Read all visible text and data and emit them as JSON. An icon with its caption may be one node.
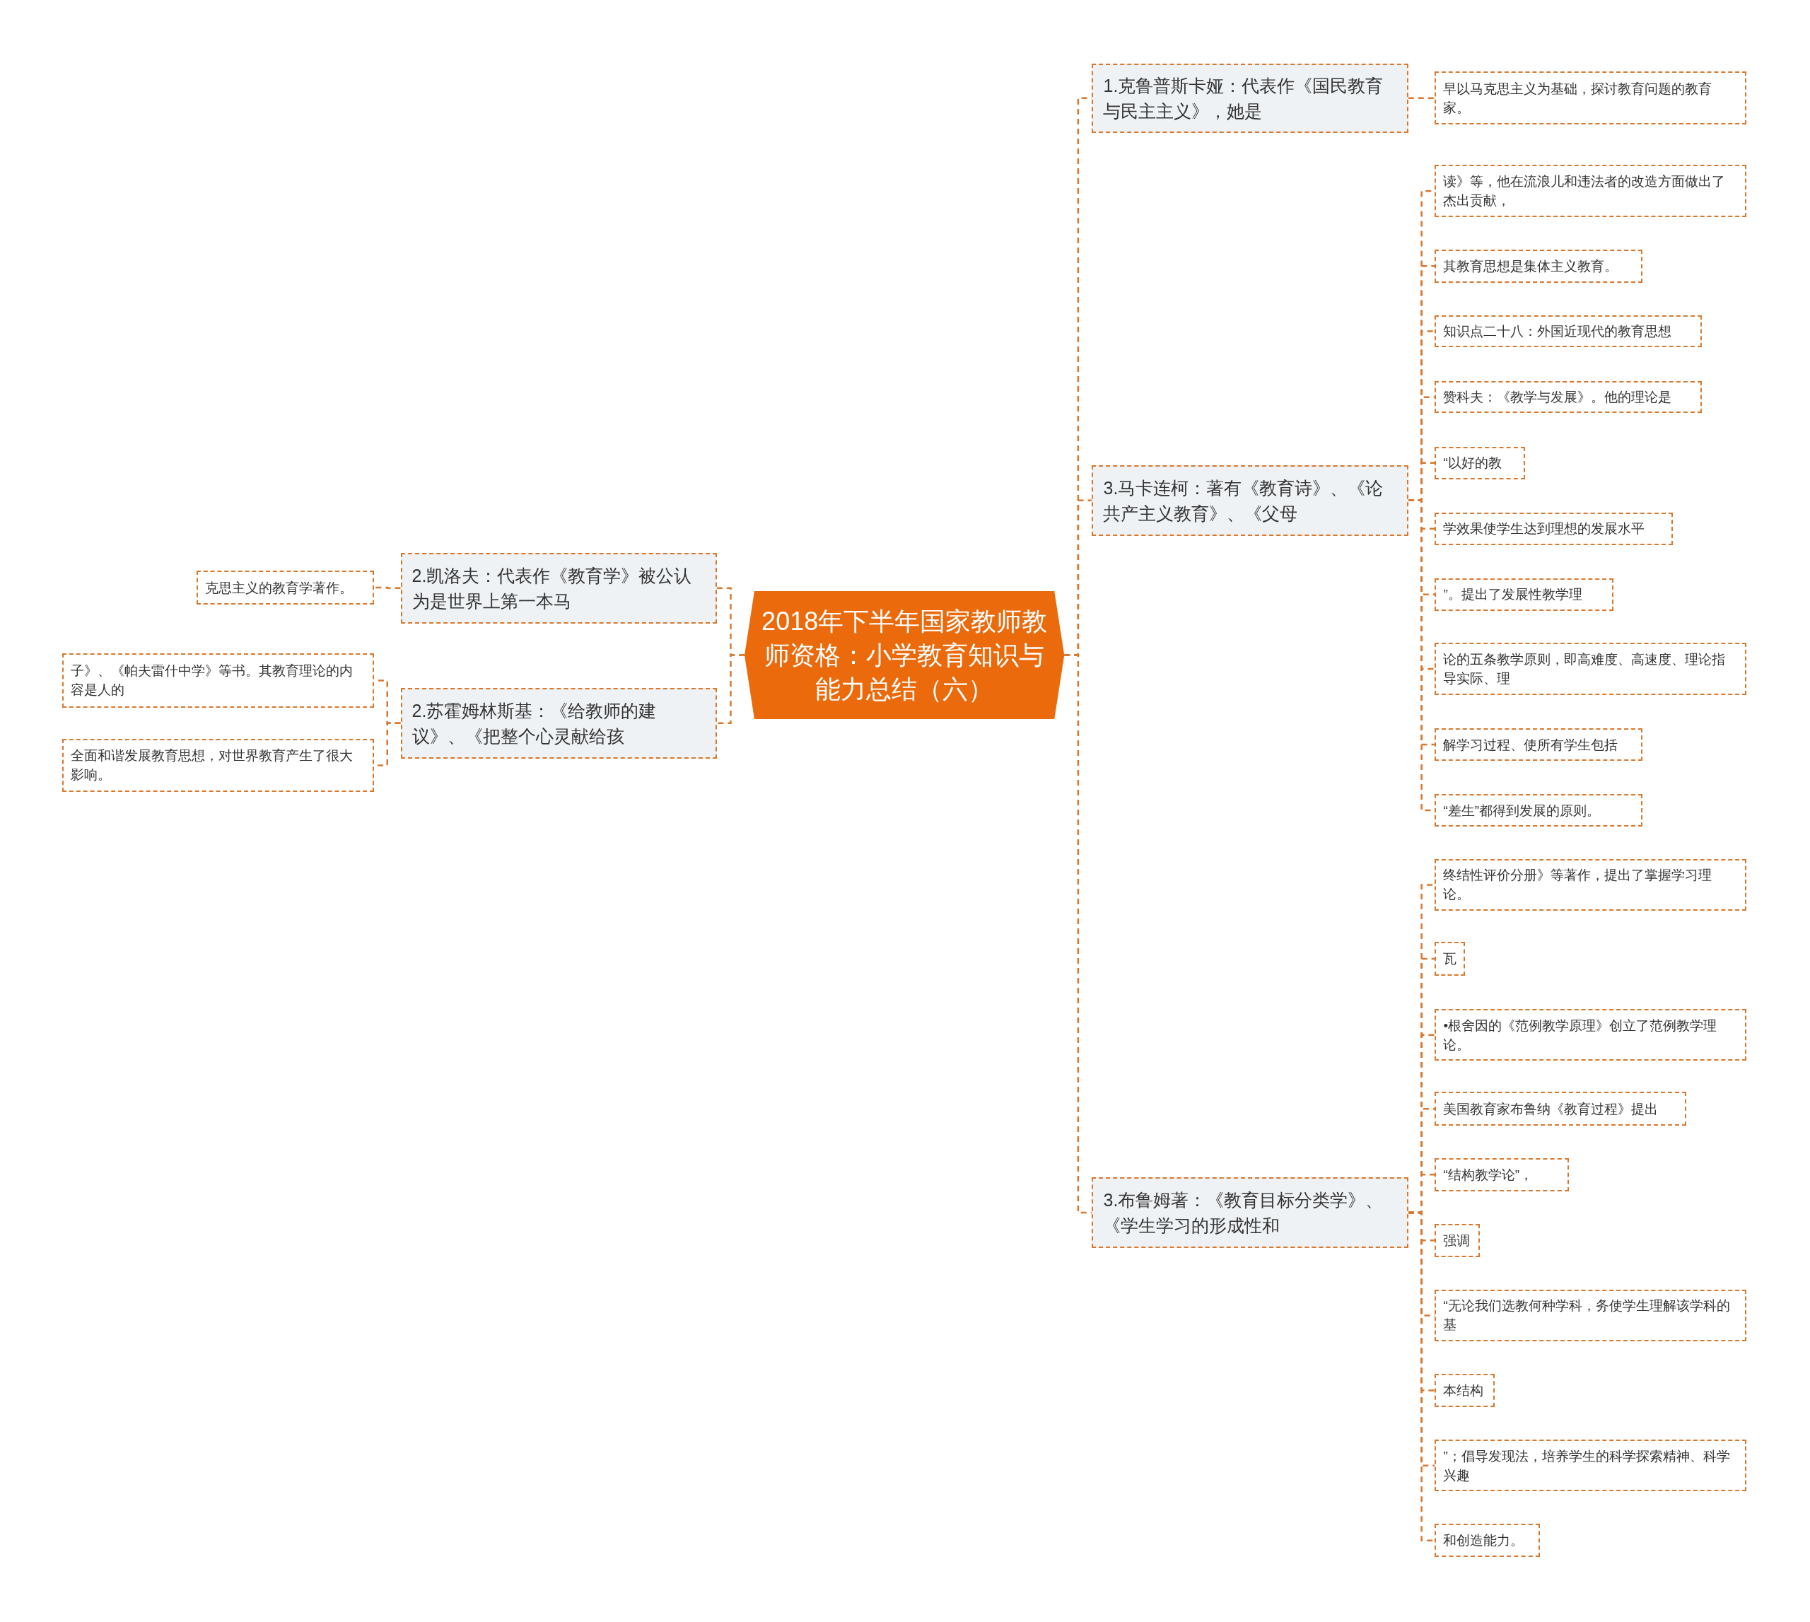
{
  "diagram": {
    "nodes": [
      {
        "text": [
          "2018年下半年国家教师教师资格：小学教育知识与能力总结（六）"
        ]
      },
      {
        "text": [
          "1.克鲁普斯卡娅：代表作《国民教育与民主主义》，她是"
        ]
      },
      {
        "text": [
          "早以马克思主义为基础，探讨教育问题的教育家。"
        ]
      },
      {
        "text": [
          "3.马卡连柯：著有《教育诗》、《论共产主义教育》、《父母"
        ]
      },
      {
        "text": [
          "读》等，他在流浪儿和违法者的改造方面做出了杰出贡献，"
        ]
      },
      {
        "text": [
          "其教育思想是集体主义教育。"
        ]
      },
      {
        "text": [
          "知识点二十八：外国近现代的教育思想"
        ]
      },
      {
        "text": [
          "赞科夫：《教学与发展》。他的理论是"
        ]
      },
      {
        "text": [
          "“以好的教"
        ]
      },
      {
        "text": [
          "学效果使学生达到理想的发展水平"
        ]
      },
      {
        "text": [
          "”。提出了发展性教学理"
        ]
      },
      {
        "text": [
          "论的五条教学原则，即高难度、高速度、理论指导实际、理"
        ]
      },
      {
        "text": [
          "解学习过程、使所有学生包括"
        ]
      },
      {
        "text": [
          "“差生”都得到发展的原则。"
        ]
      },
      {
        "text": [
          "3.布鲁姆著：《教育目标分类学》、《学生学习的形成性和"
        ]
      },
      {
        "text": [
          "终结性评价分册》等著作，提出了掌握学习理论。"
        ]
      },
      {
        "text": [
          "瓦"
        ]
      },
      {
        "text": [
          "•根舍因的《范例教学原理》创立了范例教学理论。"
        ]
      },
      {
        "text": [
          "美国教育家布鲁纳《教育过程》提出"
        ]
      },
      {
        "text": [
          "“结构教学论”，"
        ]
      },
      {
        "text": [
          "强调"
        ]
      },
      {
        "text": [
          "“无论我们选教何种学科，务使学生理解该学科的基"
        ]
      },
      {
        "text": [
          "本结构"
        ]
      },
      {
        "text": [
          "”；倡导发现法，培养学生的科学探索精神、科学兴趣"
        ]
      },
      {
        "text": [
          "和创造能力。"
        ]
      },
      {
        "text": [
          "2.凯洛夫：代表作《教育学》被公认为是世界上第一本马"
        ]
      },
      {
        "text": [
          "克思主义的教育学著作。"
        ]
      },
      {
        "text": [
          "2.苏霍姆林斯基：《给教师的建议》、《把整个心灵献给孩"
        ]
      },
      {
        "text": [
          "子》、《帕夫雷什中学》等书。其教育理论的内容是人的"
        ]
      },
      {
        "text": [
          "全面和谐发展教育思想，对世界教育产生了很大影响。"
        ]
      }
    ],
    "edges": [
      {
        "from": 0,
        "to": 1,
        "arrow": "none"
      },
      {
        "from": 1,
        "to": 2,
        "arrow": "none"
      },
      {
        "from": 0,
        "to": 3,
        "arrow": "none"
      },
      {
        "from": 3,
        "to": 4,
        "arrow": "none"
      },
      {
        "from": 3,
        "to": 5,
        "arrow": "none"
      },
      {
        "from": 3,
        "to": 6,
        "arrow": "none"
      },
      {
        "from": 3,
        "to": 7,
        "arrow": "none"
      },
      {
        "from": 3,
        "to": 8,
        "arrow": "none"
      },
      {
        "from": 3,
        "to": 9,
        "arrow": "none"
      },
      {
        "from": 3,
        "to": 10,
        "arrow": "none"
      },
      {
        "from": 3,
        "to": 11,
        "arrow": "none"
      },
      {
        "from": 3,
        "to": 12,
        "arrow": "none"
      },
      {
        "from": 3,
        "to": 13,
        "arrow": "none"
      },
      {
        "from": 0,
        "to": 14,
        "arrow": "none"
      },
      {
        "from": 14,
        "to": 15,
        "arrow": "none"
      },
      {
        "from": 14,
        "to": 16,
        "arrow": "none"
      },
      {
        "from": 14,
        "to": 17,
        "arrow": "none"
      },
      {
        "from": 14,
        "to": 18,
        "arrow": "none"
      },
      {
        "from": 14,
        "to": 19,
        "arrow": "none"
      },
      {
        "from": 14,
        "to": 20,
        "arrow": "none"
      },
      {
        "from": 14,
        "to": 21,
        "arrow": "none"
      },
      {
        "from": 14,
        "to": 22,
        "arrow": "none"
      },
      {
        "from": 14,
        "to": 23,
        "arrow": "none"
      },
      {
        "from": 14,
        "to": 24,
        "arrow": "none"
      },
      {
        "from": 0,
        "to": 25,
        "arrow": "none"
      },
      {
        "from": 25,
        "to": 26,
        "arrow": "none"
      },
      {
        "from": 0,
        "to": 27,
        "arrow": "none"
      },
      {
        "from": 27,
        "to": 28,
        "arrow": "none"
      },
      {
        "from": 27,
        "to": 29,
        "arrow": "none"
      }
    ]
  }
}
